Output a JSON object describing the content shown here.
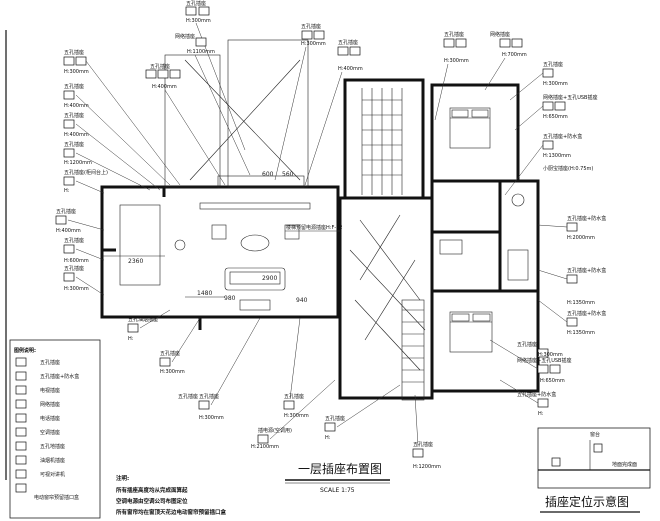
{
  "title": "一层插座布置图",
  "scale": "SCALE 1:75",
  "mount_diagram_title": "插座定位示意图",
  "mount_diagram_labels": {
    "sill": "窗台",
    "floor": "地面完成面"
  },
  "legend": {
    "heading": "图例说明:",
    "items": [
      {
        "icon": "socket-icon",
        "text": "五孔插座"
      },
      {
        "icon": "socket-splash-icon",
        "text": "五孔插座+防水盒"
      },
      {
        "icon": "tv-socket-icon",
        "text": "电视插座"
      },
      {
        "icon": "data-socket-icon",
        "text": "网络插座"
      },
      {
        "icon": "phone-socket-icon",
        "text": "电话插座"
      },
      {
        "icon": "ac-socket-icon",
        "text": "空调插座"
      },
      {
        "icon": "floor-socket-icon",
        "text": "五孔地插座"
      },
      {
        "icon": "range-hood-socket-icon",
        "text": "油烟机插座"
      },
      {
        "icon": "intercom-icon",
        "text": "可视对讲机"
      },
      {
        "icon": "smart-box-icon",
        "text": "电动窗帘预留插口盒"
      }
    ]
  },
  "notes": {
    "heading": "注明:",
    "lines": [
      "所有插座高度均从完成面算起",
      "空调电源由空调公司布图定位",
      "所有窗帘均在窗顶天花边电动窗帘预留插口盒"
    ]
  },
  "tags": {
    "t1": "五孔插座",
    "t1h": "H:300mm",
    "t2": "网络插座",
    "t2h": "H:1100mm",
    "t3": "五孔插座",
    "t3h": "H:300mm",
    "t4": "五孔插座",
    "t4h": "H:400mm",
    "t5": "五孔插座",
    "t5h": "H:400mm",
    "t6": "五孔插座",
    "t6h": "H:300mm",
    "t7": "五孔插座",
    "t7h": "H:400mm",
    "t8": "五孔插座",
    "t8h": "H:400mm",
    "t9": "五孔插座",
    "t9h": "H:1200mm",
    "t10": "五孔插座(柜间台上)",
    "t10h": "H:",
    "t11": "五孔插座",
    "t11h": "H:400mm",
    "t12": "五孔插座",
    "t12h": "H:600mm",
    "t13": "五孔插座",
    "t13h": "H:300mm",
    "t14": "五孔油烟插座",
    "t14h": "H:",
    "t15": "五孔插座",
    "t15h": "H:300mm",
    "t16": "五孔插座",
    "t16h": "H:300mm",
    "t17": "五孔插座",
    "t17h": "H:300mm",
    "t18": "插电源(空调用)",
    "t18h": "H:2100mm",
    "t19": "五孔插座",
    "t19h": "H:",
    "t20": "五孔插座",
    "t20h": "H:1200mm",
    "r1": "五孔插座",
    "r1h": "H:300mm",
    "r2": "网络插座",
    "r2h": "H:700mm",
    "r3": "五孔插座",
    "r3h": "H:300mm",
    "r4": "网络插座+五孔USB插座",
    "r4h": "H:650mm",
    "r5": "五孔插座+防水盒",
    "r5h": "H:1300mm",
    "r6": "小厨宝插座(H:0.75m)",
    "r7": "五孔插座+防水盒",
    "r7h": "H:2000mm",
    "r8": "五孔插座+防水盒",
    "r8h": "H:1350mm",
    "r9": "五孔插座+防水盒",
    "r9h": "H:1350mm",
    "r10": "网络插座+五孔USB插座",
    "r10h": "H:650mm",
    "r11": "五孔插座",
    "r11h": "H:300mm",
    "r12": "五孔插座+防水盒",
    "r12h": "H:",
    "stair_note": "楼梯预留电源插座H:F-32",
    "floor_socket_note": "五孔插座"
  },
  "dims": [
    "2360",
    "1480",
    "980",
    "2900",
    "560",
    "600",
    "940"
  ]
}
